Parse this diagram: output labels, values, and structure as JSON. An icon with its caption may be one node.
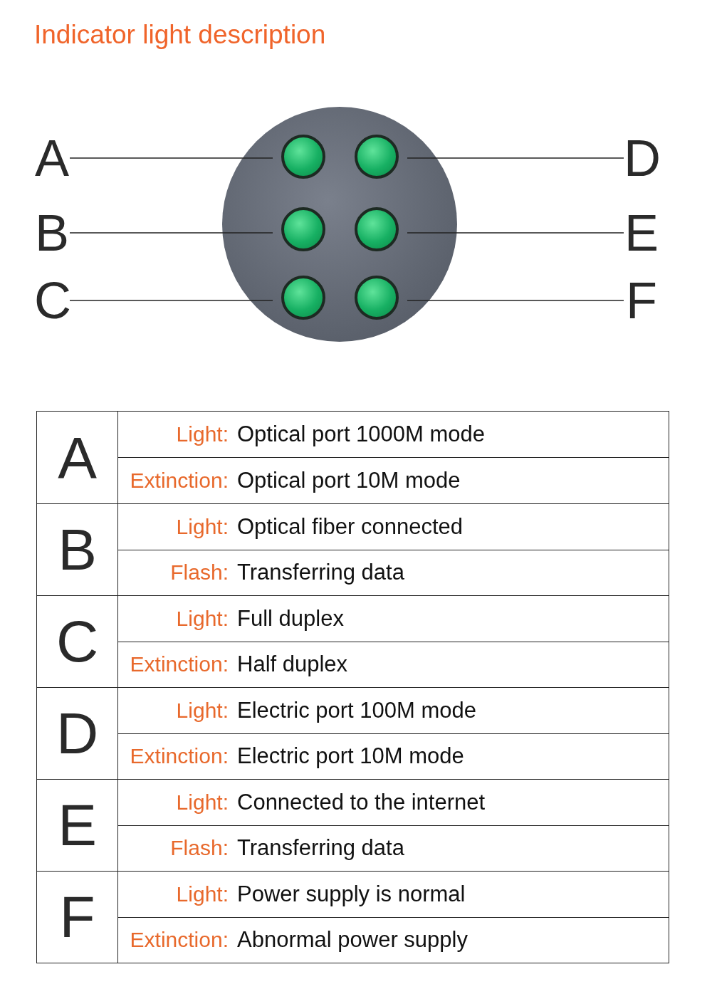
{
  "diagram": {
    "title": "Indicator light description",
    "nodes": [
      {
        "text": [
          "A"
        ]
      },
      {
        "text": [
          "B"
        ]
      },
      {
        "text": [
          "C"
        ]
      },
      {
        "text": [
          "D"
        ]
      },
      {
        "text": [
          "E"
        ]
      },
      {
        "text": [
          "F"
        ]
      },
      {
        "text": [],
        "shape": "picture"
      },
      {
        "text": [],
        "shape": "circle",
        "in": 6
      },
      {
        "text": [],
        "shape": "circle",
        "in": 6
      },
      {
        "text": [],
        "shape": "circle",
        "in": 6
      },
      {
        "text": [],
        "shape": "circle",
        "in": 6
      },
      {
        "text": [],
        "shape": "circle",
        "in": 6
      },
      {
        "text": [],
        "shape": "circle",
        "in": 6
      }
    ],
    "edges": [
      {
        "from": 0,
        "to": 7,
        "arrow": "none"
      },
      {
        "from": 1,
        "to": 9,
        "arrow": "none"
      },
      {
        "from": 2,
        "to": 11,
        "arrow": "none"
      },
      {
        "from": 3,
        "to": 8,
        "arrow": "none"
      },
      {
        "from": 4,
        "to": 10,
        "arrow": "none"
      },
      {
        "from": 5,
        "to": 12,
        "arrow": "none"
      }
    ],
    "labels": [
      "A",
      "Light:",
      "Optical port 1000M mode",
      "Extinction:",
      "Optical port 10M mode",
      "B",
      "Light:",
      "Optical fiber connected",
      "Flash:",
      "Transferring data",
      "C",
      "Light:",
      "Full duplex",
      "Extinction:",
      "Half duplex",
      "D",
      "Light:",
      "Electric port 100M mode",
      "Extinction:",
      "Electric port 10M mode",
      "E",
      "Light:",
      "Connected to the internet",
      "Flash:",
      "Transferring data",
      "F",
      "Light:",
      "Power supply is normal",
      "Extinction:",
      "Abnormal power supply"
    ]
  }
}
